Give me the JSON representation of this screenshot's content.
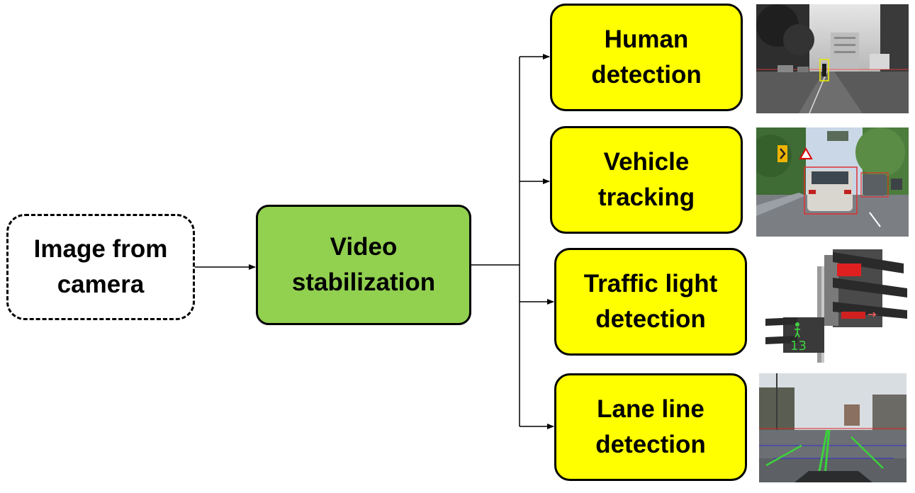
{
  "colors": {
    "stabilization_fill": "#92d050",
    "detection_fill": "#ffff00",
    "stroke": "#000000"
  },
  "nodes": {
    "camera": {
      "line1": "Image from",
      "line2": "camera"
    },
    "stabilization": {
      "line1": "Video",
      "line2": "stabilization"
    },
    "human": {
      "line1": "Human",
      "line2": "detection"
    },
    "vehicle": {
      "line1": "Vehicle",
      "line2": "tracking"
    },
    "traffic": {
      "line1": "Traffic light",
      "line2": "detection"
    },
    "lane": {
      "line1": "Lane line",
      "line2": "detection"
    }
  },
  "images": {
    "traffic_counter": "13"
  }
}
